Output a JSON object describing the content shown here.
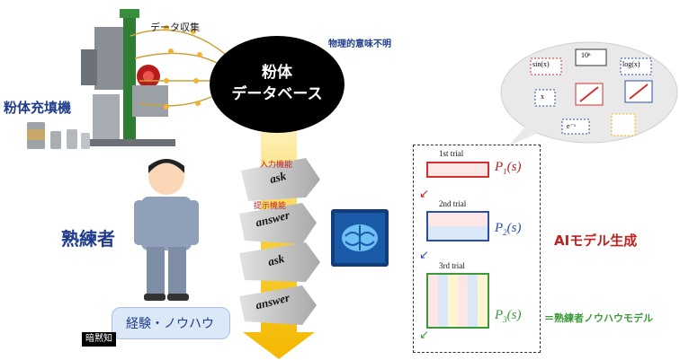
{
  "labels": {
    "data_collection": "データ収集",
    "physical_meaning": "物理的意味不明",
    "powder_filler": "粉体充填機",
    "db_line1": "粉体",
    "db_line2": "データベース",
    "expert": "熟練者",
    "experience": "経験・ノウハウ",
    "tacit": "暗黙知",
    "ai_generation": "AIモデル生成",
    "equals_expert": "＝熟練者ノウハウモデル"
  },
  "flow": {
    "input_function": "入力機能",
    "ask1": "ask",
    "present_function": "提示機能",
    "answer1": "answer",
    "ask2": "ask",
    "answer2": "answer"
  },
  "trials": [
    {
      "label": "1st trial",
      "p": "P",
      "sub": "1",
      "arg": "(s)",
      "color": "#d03030"
    },
    {
      "label": "2nd trial",
      "p": "P",
      "sub": "2",
      "arg": "(s)",
      "color": "#2a4fa8"
    },
    {
      "label": "3rd trial",
      "p": "P",
      "sub": "3",
      "arg": "(s)",
      "color": "#3a9a3a"
    }
  ],
  "model_blocks": {
    "tl": "sin(x)",
    "tc": "10ⁿ",
    "tr": "log(x)",
    "ml": "x",
    "bl": "e⁻ˣ"
  },
  "colors": {
    "navy": "#1f3b8c",
    "red": "#c02020",
    "green": "#3a9a3a",
    "arrow": "#f5c518"
  }
}
